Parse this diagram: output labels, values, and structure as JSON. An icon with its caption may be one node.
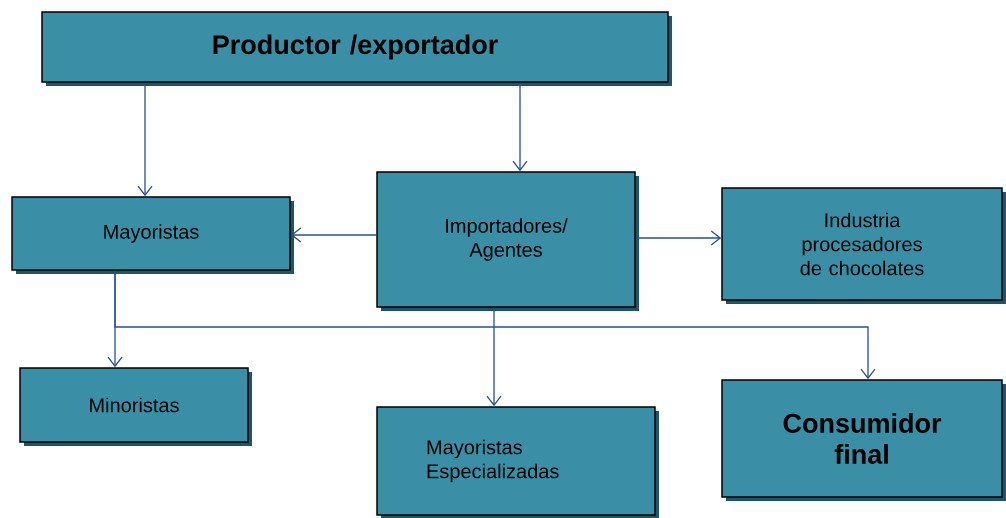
{
  "diagram": {
    "nodes": [
      {
        "text": [
          "Productor /exportador"
        ]
      },
      {
        "text": [
          "Mayoristas"
        ]
      },
      {
        "text": [
          "Importadores/ Agentes"
        ]
      },
      {
        "text": [
          "Industria procesadores de chocolates"
        ]
      },
      {
        "text": [
          "Minoristas"
        ]
      },
      {
        "text": [
          "Mayoristas Especializadas"
        ]
      },
      {
        "text": [
          "Consumidor final"
        ]
      }
    ],
    "edges": [
      {
        "from": 0,
        "to": 1,
        "arrow": "to"
      },
      {
        "from": 0,
        "to": 2,
        "arrow": "to"
      },
      {
        "from": 2,
        "to": 1,
        "arrow": "to"
      },
      {
        "from": 2,
        "to": 3,
        "arrow": "to"
      },
      {
        "from": 1,
        "to": 4,
        "arrow": "to"
      },
      {
        "from": 1,
        "to": 6,
        "arrow": "to"
      },
      {
        "from": 2,
        "to": 5,
        "arrow": "to"
      }
    ]
  }
}
